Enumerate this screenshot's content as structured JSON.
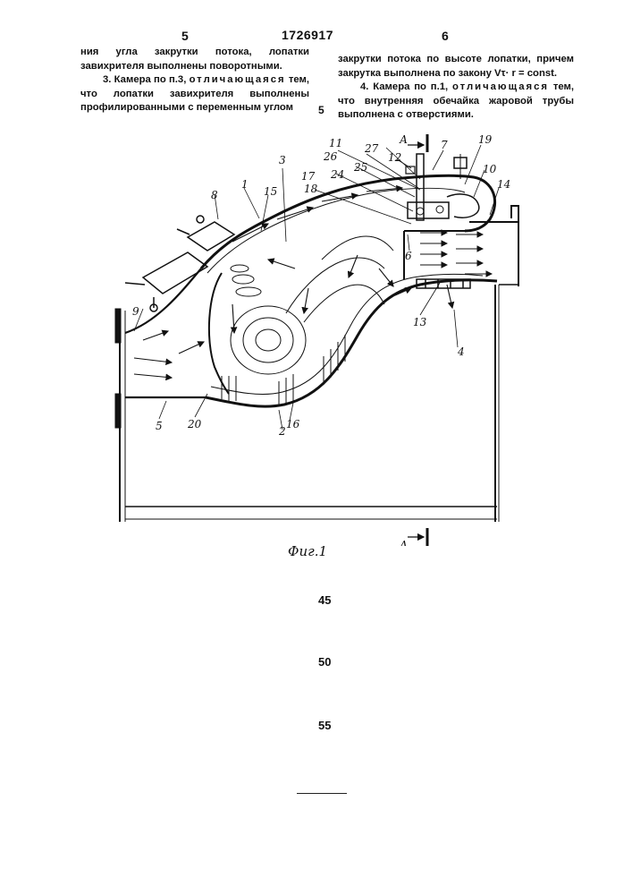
{
  "header": {
    "left_page": "5",
    "patent_number": "1726917",
    "right_page": "6"
  },
  "left_column": {
    "p1": "ния угла закрутки потока, лопатки завихрителя выполнены поворотными.",
    "p2_start": "3. Камера по п.3, ",
    "p2_spaced": "отличающаяся",
    "p2_end": " тем, что лопатки завихрителя выполнены профилированными с переменным углом"
  },
  "right_column": {
    "p1": "закрутки потока по высоте лопатки, причем закрутка выполнена по закону Vτ· r = const.",
    "p2_start": "4. Камера по п.1, ",
    "p2_spaced": "отличающаяся",
    "p2_end": " тем, что внутренняя обечайка жаровой трубы выполнена с отверстиями."
  },
  "margin_number": "5",
  "figure": {
    "caption": "Фиг.1",
    "section_label": "А",
    "callouts": {
      "c1": "1",
      "c2": "2",
      "c3": "3",
      "c4": "4",
      "c5": "5",
      "c6": "6",
      "c7": "7",
      "c8": "8",
      "c9": "9",
      "c10": "10",
      "c11": "11",
      "c12": "12",
      "c13": "13",
      "c14": "14",
      "c15": "15",
      "c16": "16",
      "c17": "17",
      "c18": "18",
      "c19": "19",
      "c20": "20",
      "c24": "24",
      "c25": "25",
      "c26": "26",
      "c27": "27"
    }
  },
  "line_numbers": {
    "n45": "45",
    "n50": "50",
    "n55": "55"
  }
}
